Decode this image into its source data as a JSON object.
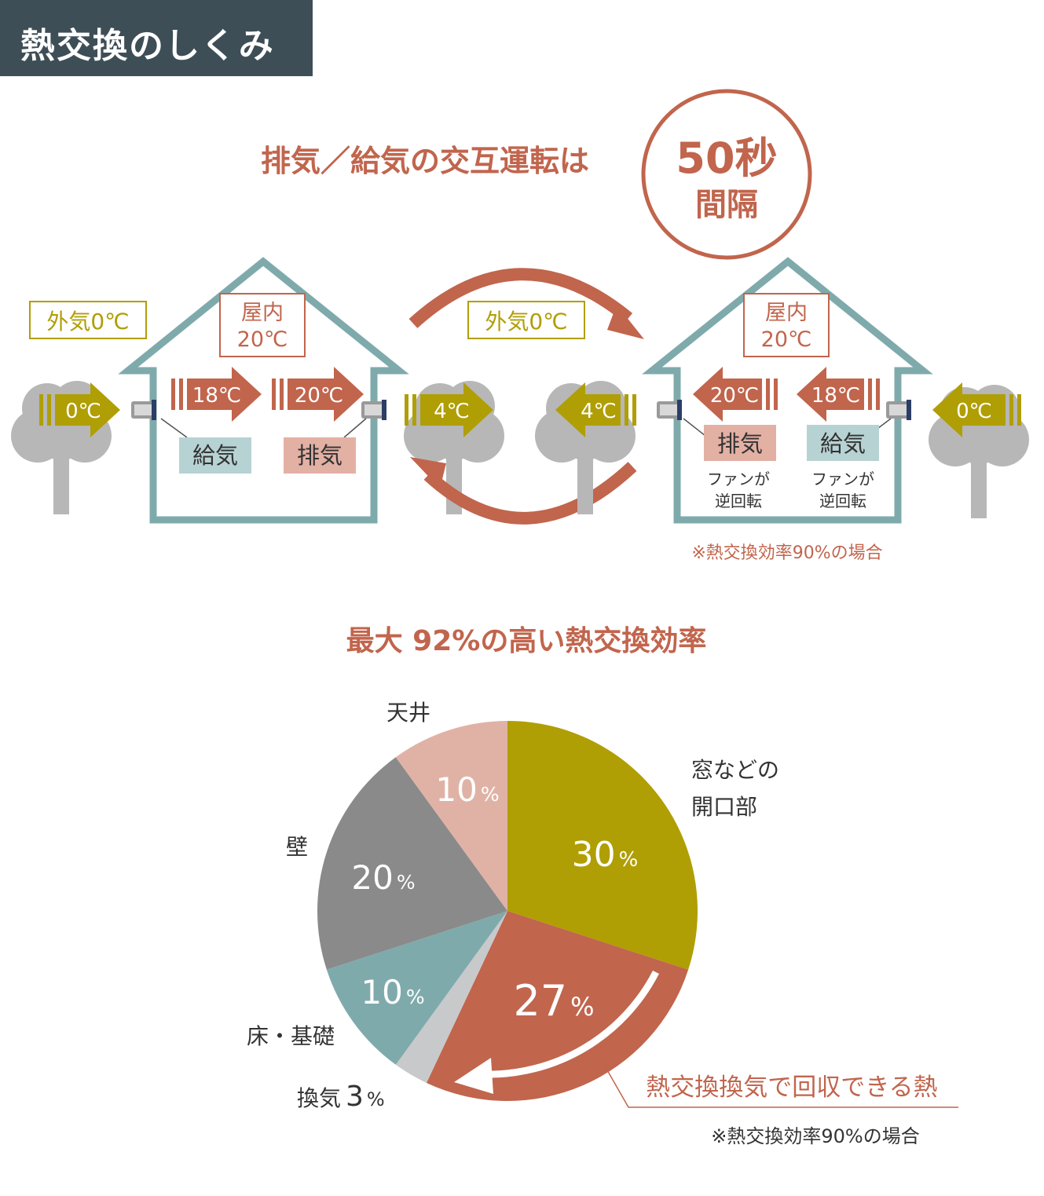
{
  "title": "熱交換のしくみ",
  "headline": "排気／給気の交互運転は",
  "interval": {
    "value": "50秒",
    "unit": "間隔"
  },
  "left_house": {
    "outside_label": "外気0℃",
    "indoor_label_line1": "屋内",
    "indoor_label_line2": "20℃",
    "arrow_in": "0℃",
    "arrow_mid1": "18℃",
    "arrow_mid2": "20℃",
    "arrow_out": "4℃",
    "supply_label": "給気",
    "exhaust_label": "排気"
  },
  "middle_outside_label": "外気0℃",
  "right_house": {
    "indoor_label_line1": "屋内",
    "indoor_label_line2": "20℃",
    "arrow_in": "4℃",
    "arrow_mid1": "20℃",
    "arrow_mid2": "18℃",
    "arrow_out": "0℃",
    "exhaust_label": "排気",
    "supply_label": "給気",
    "fan_note_line1": "ファンが",
    "fan_note_line2": "逆回転",
    "fan_note2_line1": "ファンが",
    "fan_note2_line2": "逆回転"
  },
  "note_top": "※熱交換効率90%の場合",
  "pie_heading": "最大 92%の高い熱交換効率",
  "chart_data": {
    "type": "pie",
    "slices": [
      {
        "name": "窓などの開口部",
        "label_line1": "窓などの",
        "label_line2": "開口部",
        "value": 30,
        "value_text": "30",
        "color": "#b09e05"
      },
      {
        "name": "熱交換換気で回収できる熱",
        "value": 27,
        "value_text": "27",
        "color": "#c1654d"
      },
      {
        "name": "換気",
        "label_line1": "換気",
        "value": 3,
        "value_text": "3",
        "color": "#c8c9ca"
      },
      {
        "name": "床・基礎",
        "label_line1": "床・基礎",
        "value": 10,
        "value_text": "10",
        "color": "#7faaab"
      },
      {
        "name": "壁",
        "label_line1": "壁",
        "value": 20,
        "value_text": "20",
        "color": "#8a8a8a"
      },
      {
        "name": "天井",
        "label_line1": "天井",
        "value": 10,
        "value_text": "10",
        "color": "#e0b2a5"
      }
    ],
    "percent_unit": "%",
    "recover_label": "熱交換換気で回収できる熱",
    "note": "※熱交換効率90%の場合"
  },
  "colors": {
    "accent": "#c1654d",
    "olive": "#b09e05",
    "house": "#7faaab",
    "tree": "#b7b7b7",
    "pink_box": "#e3b0a4",
    "blue_box": "#b7d2d3",
    "dark": "#3e4e57"
  }
}
